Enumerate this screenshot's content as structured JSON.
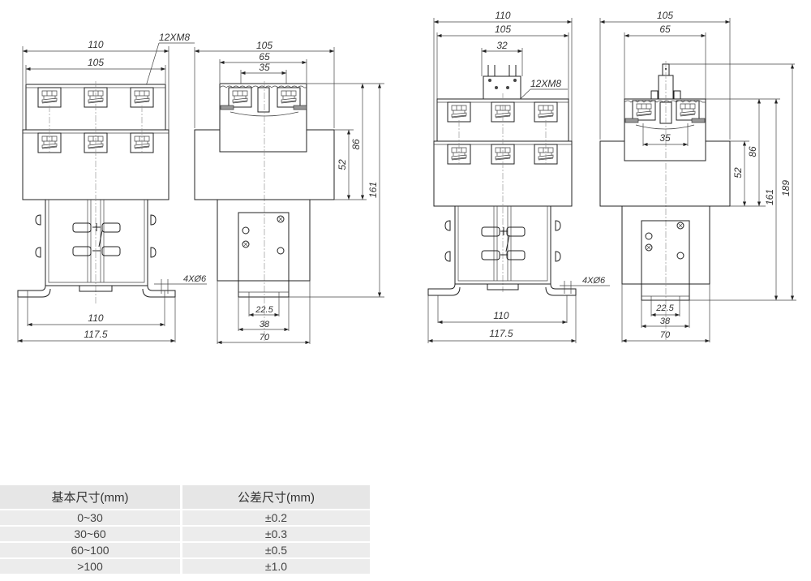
{
  "views": {
    "left_front": {
      "dims": {
        "outer_width": "110",
        "inner_width": "105",
        "bolt_label": "12XM8",
        "hole_label": "4XØ6",
        "base_span": "110",
        "base_total": "117.5"
      }
    },
    "left_side": {
      "dims": {
        "width": "105",
        "top_65": "65",
        "top_35": "35",
        "h_52": "52",
        "h_86": "86",
        "h_161": "161",
        "b_22_5": "22.5",
        "b_38": "38",
        "b_70": "70"
      }
    },
    "right_front": {
      "dims": {
        "outer_width": "110",
        "inner_width": "105",
        "aux_width": "32",
        "bolt_label": "12XM8",
        "hole_label": "4XØ6",
        "base_span": "110",
        "base_total": "117.5"
      }
    },
    "right_side": {
      "dims": {
        "width": "105",
        "top_65": "65",
        "mid_35": "35",
        "h_52": "52",
        "h_86": "86",
        "h_161": "161",
        "h_189": "189",
        "b_22_5": "22.5",
        "b_38": "38",
        "b_70": "70"
      }
    }
  },
  "tolerance_table": {
    "headers": [
      "基本尺寸(mm)",
      "公差尺寸(mm)"
    ],
    "rows": [
      [
        "0~30",
        "±0.2"
      ],
      [
        "30~60",
        "±0.3"
      ],
      [
        "60~100",
        "±0.5"
      ],
      [
        ">100",
        "±1.0"
      ]
    ]
  }
}
